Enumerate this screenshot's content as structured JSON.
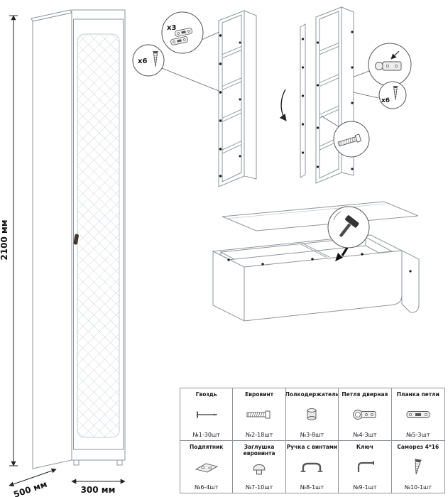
{
  "illustration": {
    "dimensions": {
      "height": "2100 мм",
      "depth": "500 мм",
      "width": "300 мм"
    },
    "callouts": {
      "hinge_qty": "x3",
      "screw_qty_left": "x6",
      "screw_qty_right": "x6"
    }
  },
  "parts": {
    "rows": [
      [
        {
          "name": "Гвоздь",
          "qty": "№1-30шт",
          "icon": "nail-icon"
        },
        {
          "name": "Евровинт",
          "qty": "№2-18шт",
          "icon": "eurovint-icon"
        },
        {
          "name": "Полкодержатель",
          "qty": "№3-8шт",
          "icon": "shelf-holder-icon"
        },
        {
          "name": "Петля дверная",
          "qty": "№4-3шт",
          "icon": "door-hinge-icon"
        },
        {
          "name": "Планка петли",
          "qty": "№5-3шт",
          "icon": "hinge-plate-icon"
        }
      ],
      [
        {
          "name": "Подпятник",
          "qty": "№6-4шт",
          "icon": "foot-icon"
        },
        {
          "name": "Заглушка евровинта",
          "qty": "№7-10шт",
          "icon": "cap-icon"
        },
        {
          "name": "Ручка с винтами",
          "qty": "№8-1шт",
          "icon": "handle-icon"
        },
        {
          "name": "Ключ",
          "qty": "№9-1шт",
          "icon": "key-icon"
        },
        {
          "name": "Саморез 4*16",
          "qty": "№10-1шт",
          "icon": "screw-icon"
        }
      ]
    ]
  }
}
